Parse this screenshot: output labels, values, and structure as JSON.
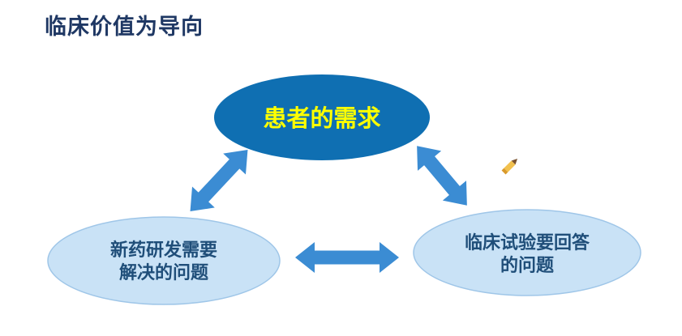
{
  "slide": {
    "title": "临床价值为导向"
  },
  "diagram": {
    "top": {
      "label": "患者的需求"
    },
    "left": {
      "line1": "新药研发需要",
      "line2": "解决的问题"
    },
    "right": {
      "line1": "临床试验要回答",
      "line2": "的问题"
    },
    "icons": {
      "pencil": "pencil-icon"
    }
  },
  "colors": {
    "background": "#FFFFFF",
    "title_text": "#1F3864",
    "top_ellipse_fill": "#0F6FB2",
    "top_ellipse_edge": "#0B5E9B",
    "top_ellipse_text": "#FFFF00",
    "light_ellipse_fill": "#C9E2F6",
    "light_ellipse_stroke": "#9FC6E8",
    "light_ellipse_text": "#1F4E79",
    "arrow_fill": "#3B8CD3",
    "pencil_body": "#F2C14E",
    "pencil_tip": "#7A5230",
    "pencil_end": "#D99A2B"
  }
}
